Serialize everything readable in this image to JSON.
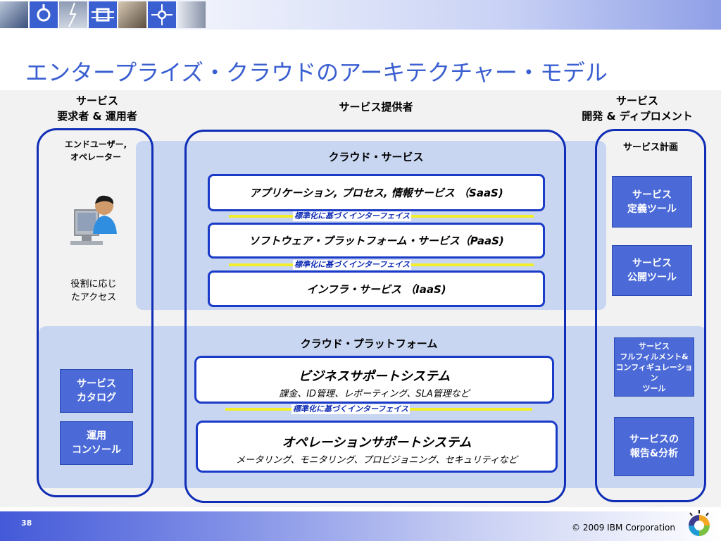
{
  "slide_title": "エンタープライズ・クラウドのアーキテクチャー・モデル",
  "columns": {
    "consumer": {
      "line1": "サービス",
      "line2": "要求者 & 運用者"
    },
    "provider": {
      "label": "サービス提供者"
    },
    "creator": {
      "line1": "サービス",
      "line2": "開発 & ディプロメント"
    }
  },
  "consumer": {
    "user_line1": "エンドユーザー,",
    "user_line2": "オペレーター",
    "access_line1": "役割に応じ",
    "access_line2": "たアクセス",
    "catalog_line1": "サービス",
    "catalog_line2": "カタログ",
    "console_line1": "運用",
    "console_line2": "コンソール"
  },
  "cloud_services": {
    "title": "クラウド・サービス",
    "saas": "アプリケーション, プロセス, 情報サービス （SaaS)",
    "paas": "ソフトウェア・プラットフォーム・サービス（PaaS)",
    "iaas": "インフラ・サービス （IaaS)",
    "std_label": "標準化に基づくインターフェイス"
  },
  "cloud_platform": {
    "title": "クラウド・プラットフォーム",
    "bss_title": "ビジネスサポートシステム",
    "bss_sub": "課金、ID管理、レポーティング、SLA管理など",
    "oss_title": "オペレーションサポートシステム",
    "oss_sub": "メータリング、モニタリング、プロビジョニング、セキュリティなど",
    "std_label": "標準化に基づくインターフェイス"
  },
  "creator": {
    "planning": "サービス計画",
    "def_line1": "サービス",
    "def_line2": "定義ツール",
    "pub_line1": "サービス",
    "pub_line2": "公開ツール",
    "ful_line1": "サービス",
    "ful_line2": "フルフィルメント&",
    "ful_line3": "コンフィギュレーション",
    "ful_line4": "ツール",
    "rep_line1": "サービスの",
    "rep_line2": "報告&分析"
  },
  "footer": {
    "page_number": "38",
    "copyright": "© 2009 IBM Corporation"
  }
}
